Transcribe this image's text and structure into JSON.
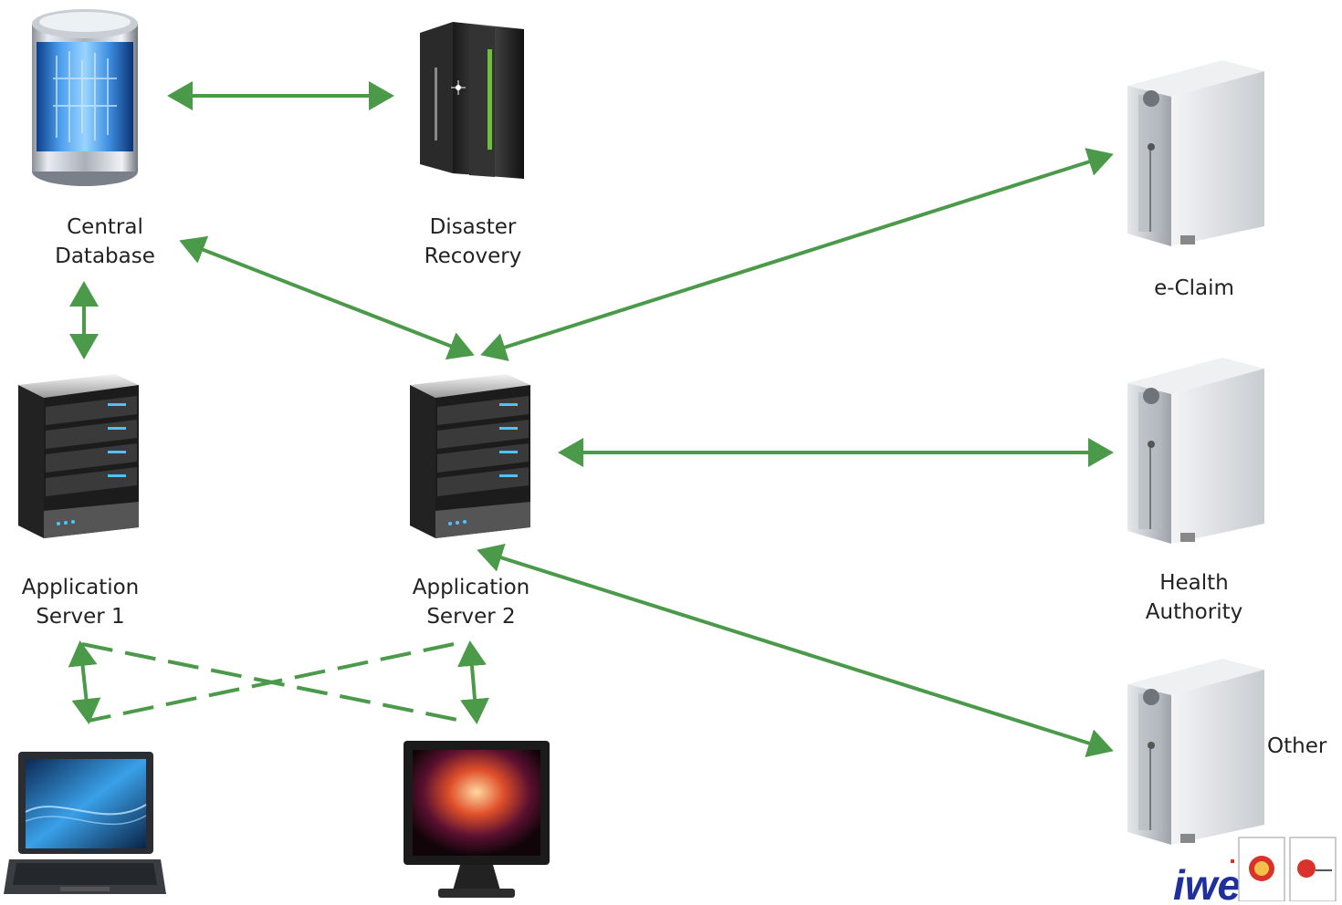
{
  "nodes": {
    "central_database": {
      "label_line1": "Central",
      "label_line2": "Database",
      "icon": "database-cylinder-icon"
    },
    "disaster_recovery": {
      "label_line1": "Disaster",
      "label_line2": "Recovery",
      "icon": "mainframe-server-icon"
    },
    "application_server_1": {
      "label_line1": "Application",
      "label_line2": "Server 1",
      "icon": "rack-server-icon"
    },
    "application_server_2": {
      "label_line1": "Application",
      "label_line2": "Server 2",
      "icon": "rack-server-icon"
    },
    "e_claim": {
      "label": "e-Claim",
      "icon": "tower-server-icon"
    },
    "health_authority": {
      "label_line1": "Health",
      "label_line2": "Authority",
      "icon": "tower-server-icon"
    },
    "other": {
      "label": "Other",
      "icon": "tower-server-icon"
    },
    "laptop": {
      "icon": "laptop-icon"
    },
    "monitor": {
      "icon": "desktop-monitor-icon"
    }
  },
  "links": [
    {
      "from": "Central Database",
      "to": "Disaster Recovery",
      "style": "solid"
    },
    {
      "from": "Central Database",
      "to": "Application Server 1",
      "style": "solid"
    },
    {
      "from": "Central Database",
      "to": "Application Server 2",
      "style": "solid"
    },
    {
      "from": "e-Claim",
      "to": "Application Server 2",
      "style": "solid"
    },
    {
      "from": "Application Server 2",
      "to": "Health Authority",
      "style": "solid"
    },
    {
      "from": "Application Server 2",
      "to": "Other",
      "style": "solid"
    },
    {
      "from": "Application Server 1",
      "to": "Laptop",
      "style": "solid"
    },
    {
      "from": "Application Server 2",
      "to": "Monitor",
      "style": "solid"
    },
    {
      "from": "Application Server 1",
      "to": "Monitor",
      "style": "dashed"
    },
    {
      "from": "Application Server 2",
      "to": "Laptop",
      "style": "dashed"
    }
  ],
  "colors": {
    "arrow": "#4a9a4a",
    "text": "#222222",
    "logo_blue": "#1f2f9b",
    "logo_red": "#d8322a"
  },
  "logo": {
    "text": "iwe"
  }
}
